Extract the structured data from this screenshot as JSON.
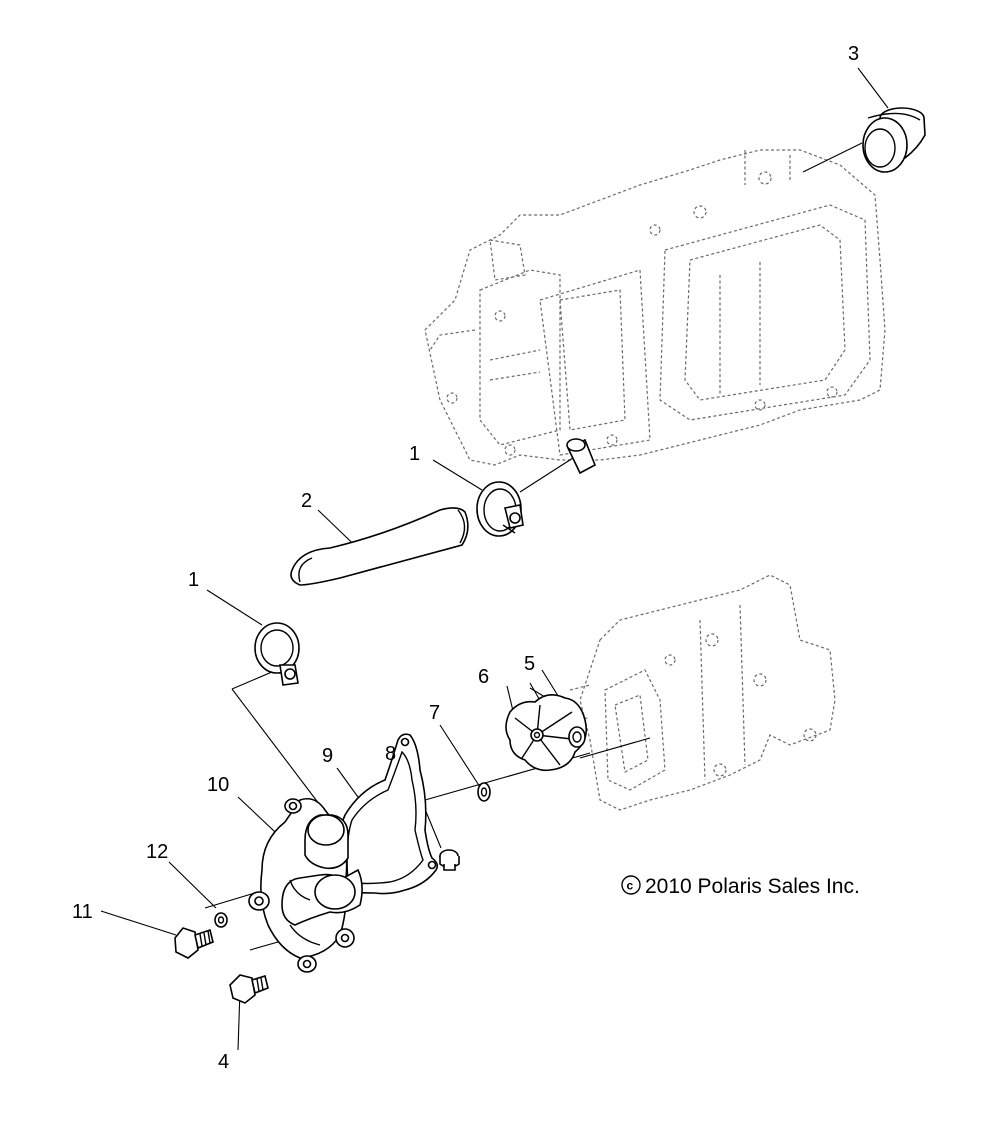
{
  "callouts": {
    "c1a": "1",
    "c1b": "1",
    "c2": "2",
    "c3": "3",
    "c4": "4",
    "c5": "5",
    "c6": "6",
    "c7": "7",
    "c8": "8",
    "c9": "9",
    "c10": "10",
    "c11": "11",
    "c12": "12"
  },
  "copyright": {
    "symbol": "c",
    "text": "2010 Polaris Sales Inc."
  }
}
